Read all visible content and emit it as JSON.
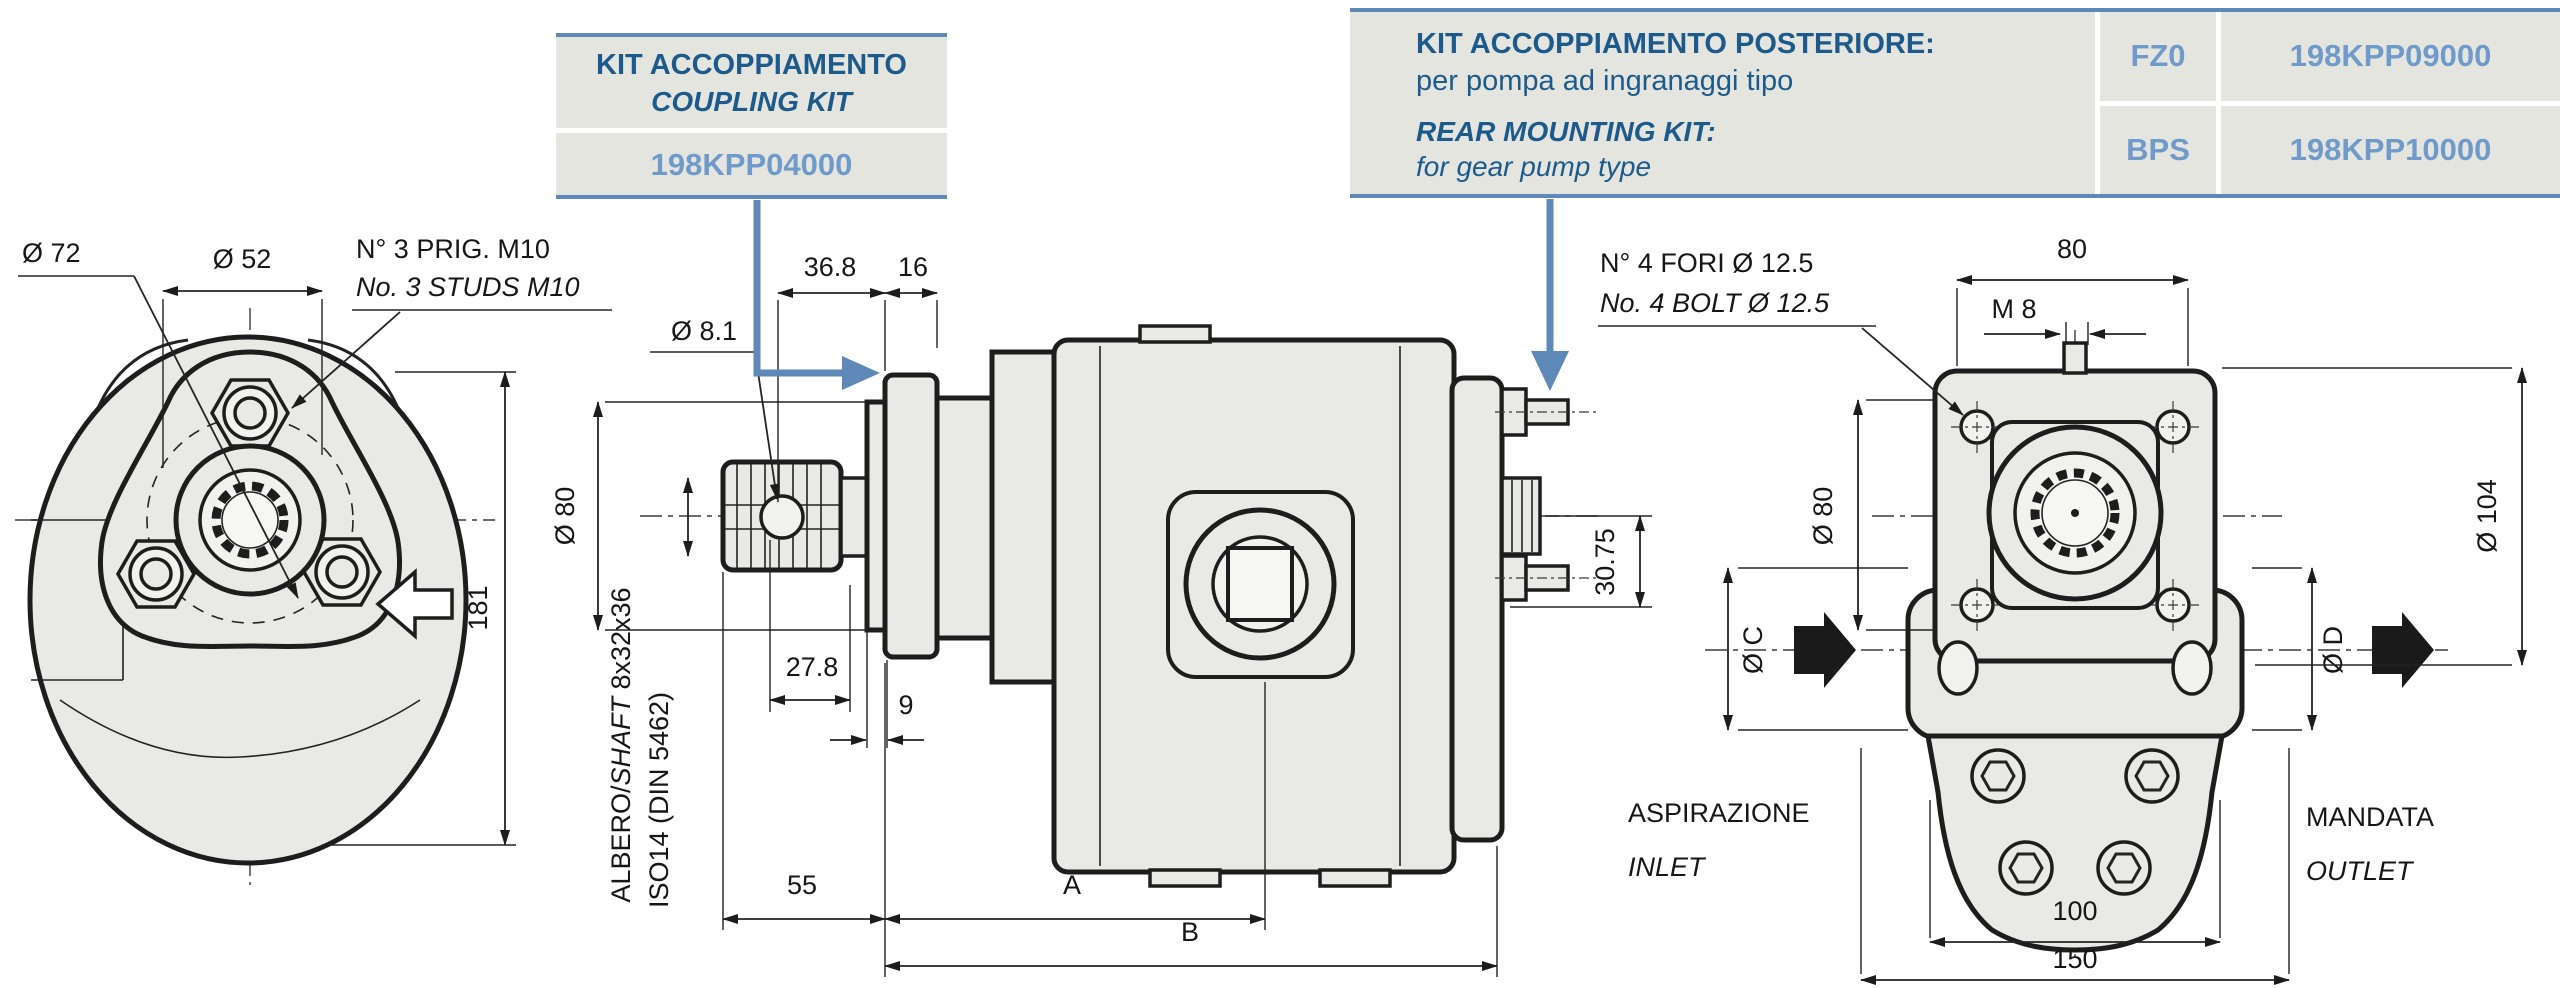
{
  "colors": {
    "accent_blue": "#5d88b8",
    "title_blue": "#1d5a8c",
    "part_number_blue": "#6f9ac9",
    "line_color": "#1d1d1d",
    "body_fill": "#e9e9e5"
  },
  "coupling_kit_box": {
    "title": "KIT ACCOPPIAMENTO",
    "subtitle": "COUPLING KIT",
    "part_number": "198KPP04000"
  },
  "rear_kit_box": {
    "title_line1": "KIT ACCOPPIAMENTO POSTERIORE:",
    "title_line2": "per pompa ad ingranaggi tipo",
    "subtitle_line1": "REAR MOUNTING KIT:",
    "subtitle_line2": "for gear pump type",
    "table": {
      "rows": [
        {
          "code": "FZ0",
          "part_number": "198KPP09000"
        },
        {
          "code": "BPS",
          "part_number": "198KPP10000"
        }
      ]
    }
  },
  "front_view": {
    "dia72": "Ø 72",
    "dia52": "Ø 52",
    "studs_line1": "N° 3 PRIG. M10",
    "studs_line2": "No. 3 STUDS M10",
    "height": "181"
  },
  "side_view": {
    "d368": "36.8",
    "d16": "16",
    "dia81": "Ø 8.1",
    "dia80": "Ø 80",
    "shaft_prefix": "ALBERO/",
    "shaft_italic": "SHAFT",
    "shaft_suffix": " 8x32x36",
    "shaft_line2": "ISO14 (DIN 5462)",
    "d278": "27.8",
    "d9": "9",
    "d3075": "30.75",
    "d55": "55",
    "dA": "A",
    "dB": "B"
  },
  "rear_view": {
    "holes_line1": "N° 4 FORI Ø 12.5",
    "holes_line2": "No. 4 BOLT Ø 12.5",
    "d80top": "80",
    "m8": "M 8",
    "dia80": "Ø 80",
    "diaC": "Ø C",
    "diaD": "Ø D",
    "dia104": "Ø 104",
    "d100": "100",
    "d150": "150",
    "inlet_it": "ASPIRAZIONE",
    "inlet_en": "INLET",
    "outlet_it": "MANDATA",
    "outlet_en": "OUTLET"
  }
}
